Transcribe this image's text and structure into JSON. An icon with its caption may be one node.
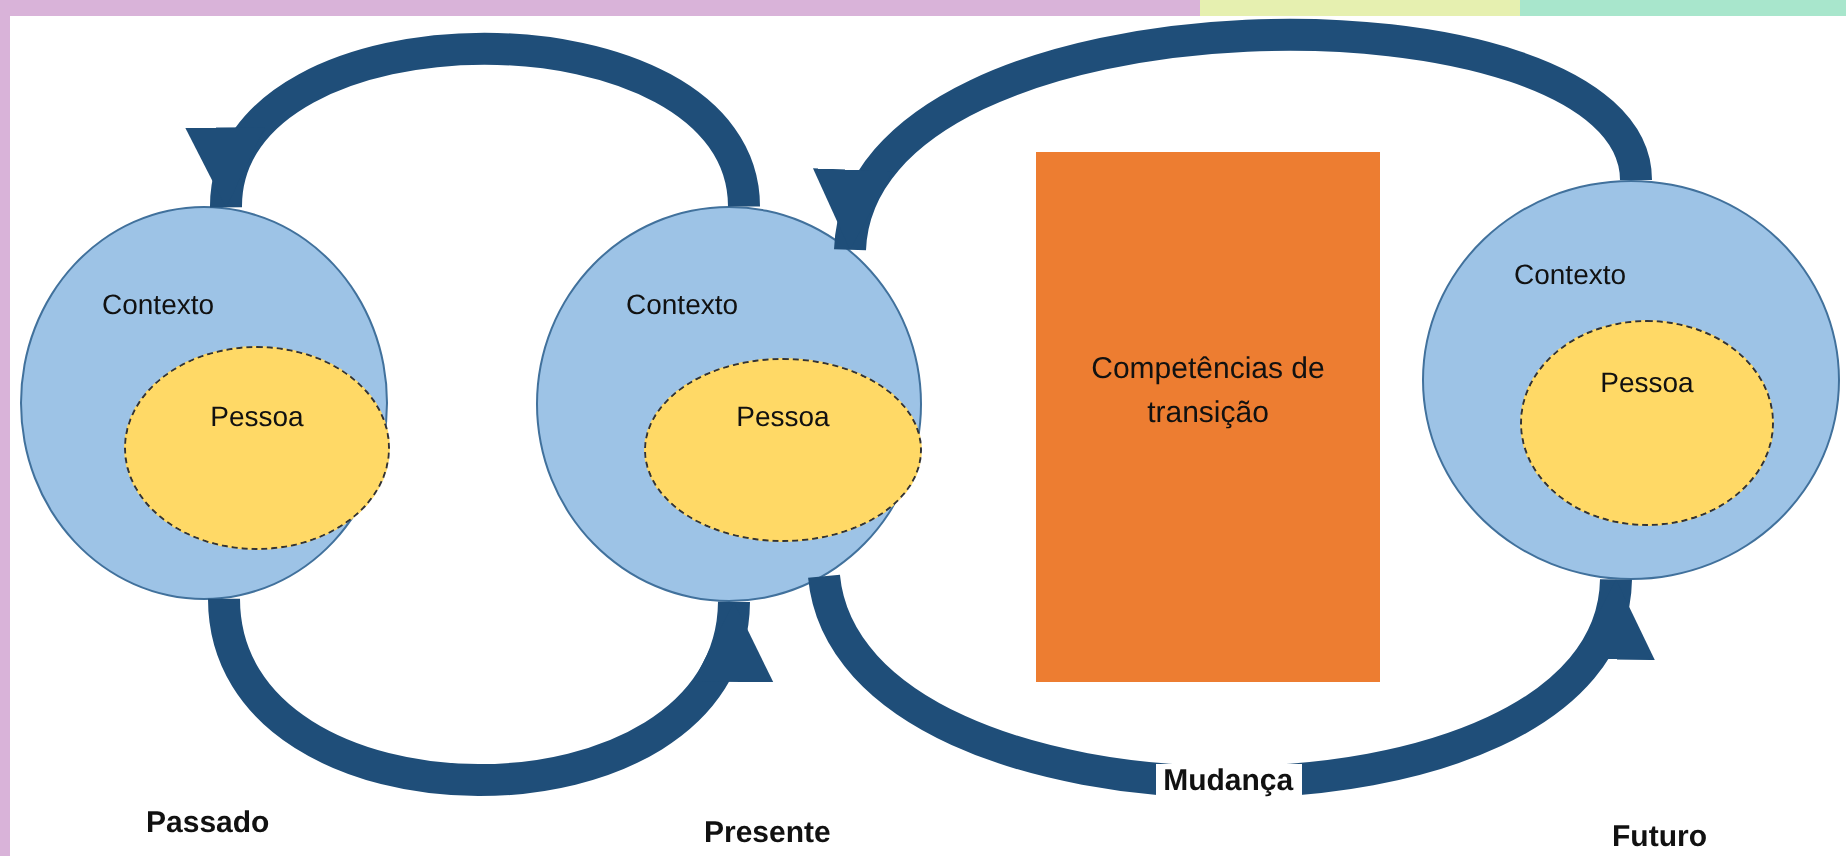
{
  "diagram": {
    "nodes": [
      {
        "text": [
          "Contexto"
        ]
      },
      {
        "text": [
          "Pessoa"
        ],
        "in": 0
      },
      {
        "text": [
          "Contexto"
        ]
      },
      {
        "text": [
          "Pessoa"
        ],
        "in": 2
      },
      {
        "text": [
          "Competências de transição"
        ]
      },
      {
        "text": [
          "Contexto"
        ]
      },
      {
        "text": [
          "Pessoa"
        ],
        "in": 5
      }
    ],
    "edges": [
      {
        "from": 2,
        "to": 0,
        "arrow": "to"
      },
      {
        "from": 0,
        "to": 2,
        "arrow": "to"
      },
      {
        "from": 5,
        "to": 2,
        "arrow": "to"
      },
      {
        "from": 2,
        "to": 5,
        "arrow": "to",
        "label": "Mudança"
      }
    ],
    "labels": [
      "Passado",
      "Presente",
      "Futuro"
    ]
  }
}
